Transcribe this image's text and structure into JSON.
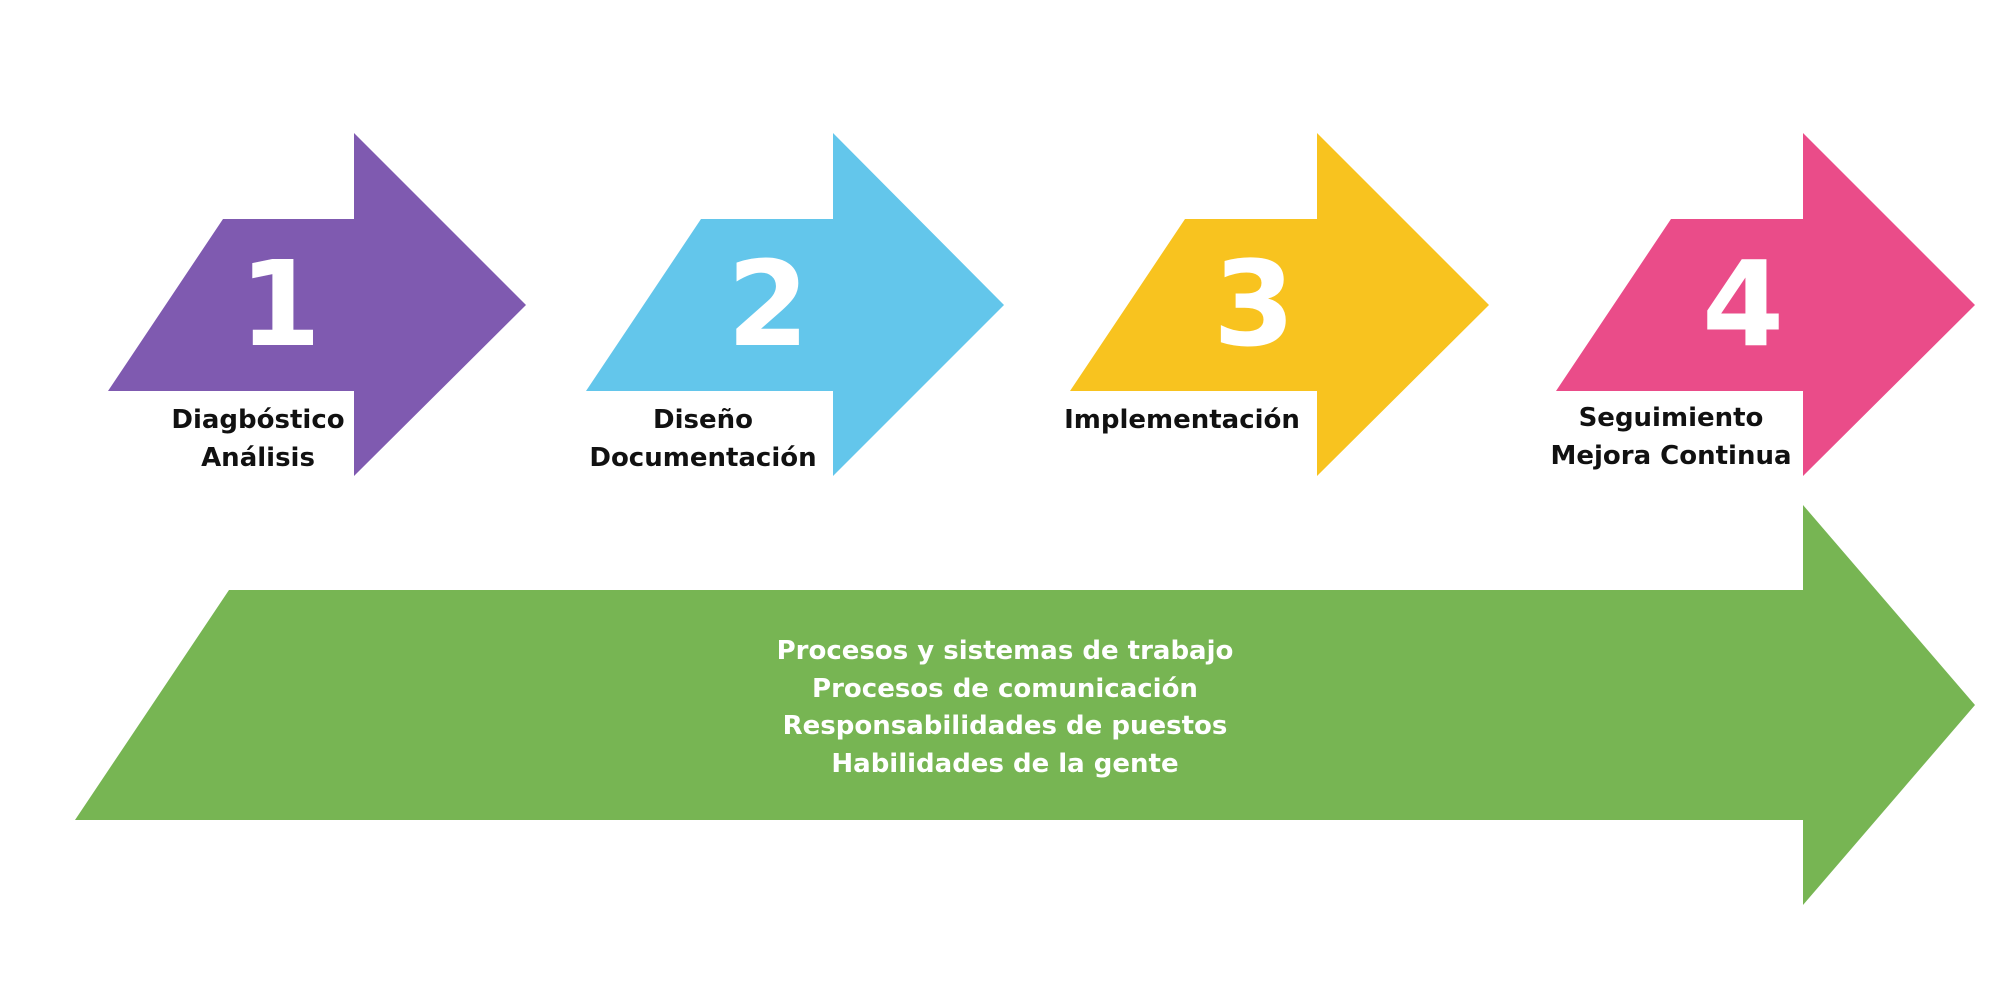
{
  "steps": [
    {
      "number": "1",
      "color": "#7f5ab0",
      "label_lines": [
        "Diagbóstico",
        "Análisis"
      ]
    },
    {
      "number": "2",
      "color": "#63c6eb",
      "label_lines": [
        "Diseño",
        "Documentación"
      ]
    },
    {
      "number": "3",
      "color": "#f8c31f",
      "label_lines": [
        "Implementación"
      ]
    },
    {
      "number": "4",
      "color": "#ea4c89",
      "label_lines": [
        "Seguimiento",
        "Mejora Continua"
      ]
    }
  ],
  "banner": {
    "color": "#77b553",
    "lines": [
      "Procesos y sistemas de trabajo",
      "Procesos de comunicación",
      "Responsabilidades de puestos",
      "Habilidades de la gente"
    ]
  }
}
